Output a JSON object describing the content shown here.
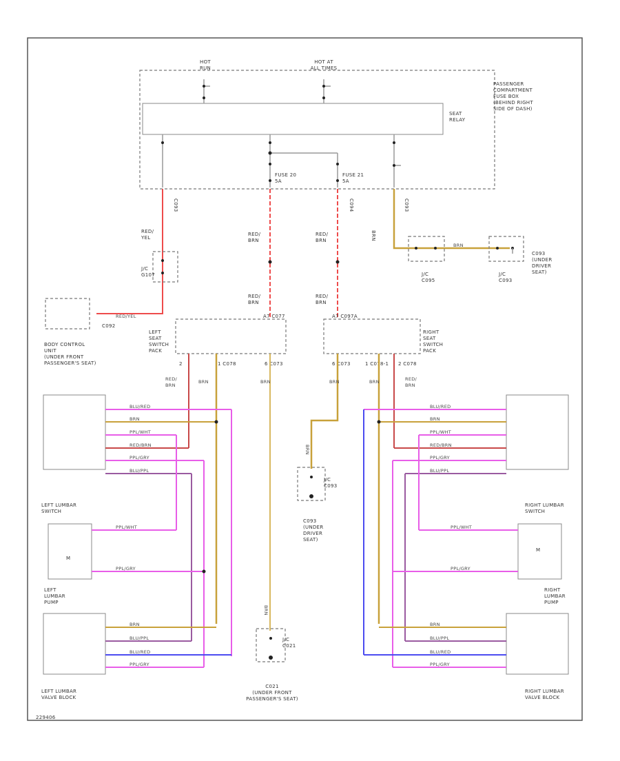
{
  "colors": {
    "red": "#ee4b4b",
    "red_dash": "#ee4b4b",
    "tan": "#c8a13a",
    "tan_light": "#d8b860",
    "pink": "#e85de8",
    "purple": "#9a5aa0",
    "blue": "#4b4bf0",
    "red_brown": "#c84848",
    "gray": "#999999"
  },
  "power": {
    "hot_run": "HOT\nRUN",
    "hot_all": "HOT AT\nALL TIMES"
  },
  "fuse_box": {
    "title": "PASSENGER\nCOMPARTMENT\nFUSE BOX\n(BEHIND RIGHT\nSIDE OF DASH)",
    "relay": "SEAT\nRELAY",
    "fuse20": "FUSE 20\n5A",
    "fuse21": "FUSE 21\n5A",
    "conn_left": "C093",
    "conn_mid": "C094",
    "conn_right": "C093"
  },
  "labels": {
    "red_yel": "RED/\nYEL",
    "red_brn": "RED/\nBRN",
    "brn": "BRN",
    "jc_g107": "J/C\nG107",
    "jc_c095": "J/C\nC095",
    "jc_c093": "J/C\nC093",
    "c093_desc": "C093\n(UNDER\nDRIVER\nSEAT)",
    "bcu_conn": "C092",
    "bcu_wire": "RED/YEL",
    "bcu": "BODY CONTROL\nUNIT\n(UNDER FRONT\nPASSENGER'S SEAT)",
    "left_pack": "LEFT\nSEAT\nSWITCH\nPACK",
    "right_pack": "RIGHT\nSEAT\nSWITCH\nPACK",
    "left_pack_conn": "A7 C077",
    "right_pack_conn": "A7 C097A",
    "c077_pin2": "2",
    "c077_pin1": "1  C078",
    "c077_pin6": "6  C073",
    "c097_pin6": "6  C073",
    "c097_pin1": "1  C078-1",
    "c097_pin2": "2  C078",
    "left_lumbar_switch": "LEFT LUMBAR\nSWITCH",
    "right_lumbar_switch": "RIGHT LUMBAR\nSWITCH",
    "left_lumbar_pump": "LEFT\nLUMBAR\nPUMP",
    "right_lumbar_pump": "RIGHT\nLUMBAR\nPUMP",
    "left_valve": "LEFT LUMBAR\nVALVE BLOCK",
    "right_valve": "RIGHT LUMBAR\nVALVE BLOCK",
    "jc_c093b": "J/C\nC093",
    "c093b_desc": "C093\n(UNDER\nDRIVER\nSEAT)",
    "jc_c021": "J/C\nC021",
    "c021_desc": "C021\n(UNDER FRONT\nPASSENGER'S SEAT)",
    "footer": "229406"
  },
  "switch_wires": [
    "BLU/RED",
    "BRN",
    "PPL/WHT",
    "RED/BRN",
    "PPL/GRY",
    "BLU/PPL"
  ],
  "pump_wires": [
    "PPL/WHT",
    "PPL/GRY"
  ],
  "valve_wires": [
    "BRN",
    "BLU/PPL",
    "BLU/RED",
    "PPL/GRY"
  ]
}
